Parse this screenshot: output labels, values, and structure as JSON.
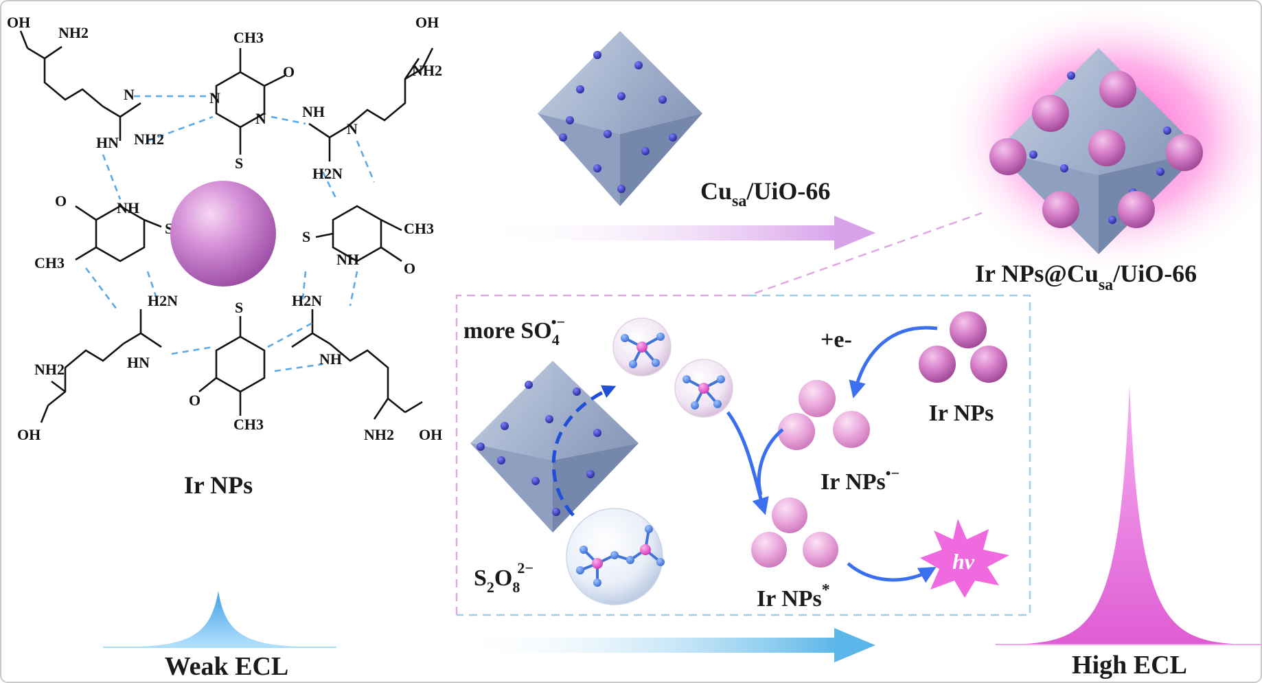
{
  "labels": {
    "ir_nps_left": "Ir NPs",
    "cusa_uio": {
      "main": "Cu",
      "sub": "sa",
      "rest": "/UiO-66"
    },
    "ir_composite": {
      "pre": "Ir NPs@Cu",
      "sub": "sa",
      "rest": "/UiO-66"
    },
    "more_so4": {
      "pre": "more SO",
      "sub": "4",
      "sup": "•−"
    },
    "s2o8": {
      "a": "S",
      "sub1": "2",
      "b": "O",
      "sub2": "8",
      "sup": "2−"
    },
    "plus_e": "+e-",
    "ir_nps_right": "Ir NPs",
    "ir_nps_radical": {
      "pre": "Ir NPs",
      "sup": "•−"
    },
    "ir_nps_excited": {
      "pre": "Ir NPs",
      "sup": "*"
    },
    "hv": "hv",
    "weak_ecl": "Weak ECL",
    "high_ecl": "High ECL"
  },
  "chem_labels": {
    "o": "O",
    "oh": "OH",
    "s": "S",
    "n": "N",
    "nh": "NH",
    "hn": "HN",
    "nh2": "NH2",
    "h2n": "H2N",
    "ch3": "CH3"
  },
  "colors": {
    "framework": "#a9b7cf",
    "framework_dark": "#7f91b3",
    "cu_site": "#3a3fc0",
    "ir_sphere": "#c97fcf",
    "ir_sphere_light": "#f2c6ef",
    "hbond": "#5aa8e6",
    "arrow_blue": "#3c6ff0",
    "glow_pink": "#ff5fd0",
    "weak_peak": "#3aa9e8",
    "high_peak": "#e85fd8"
  }
}
